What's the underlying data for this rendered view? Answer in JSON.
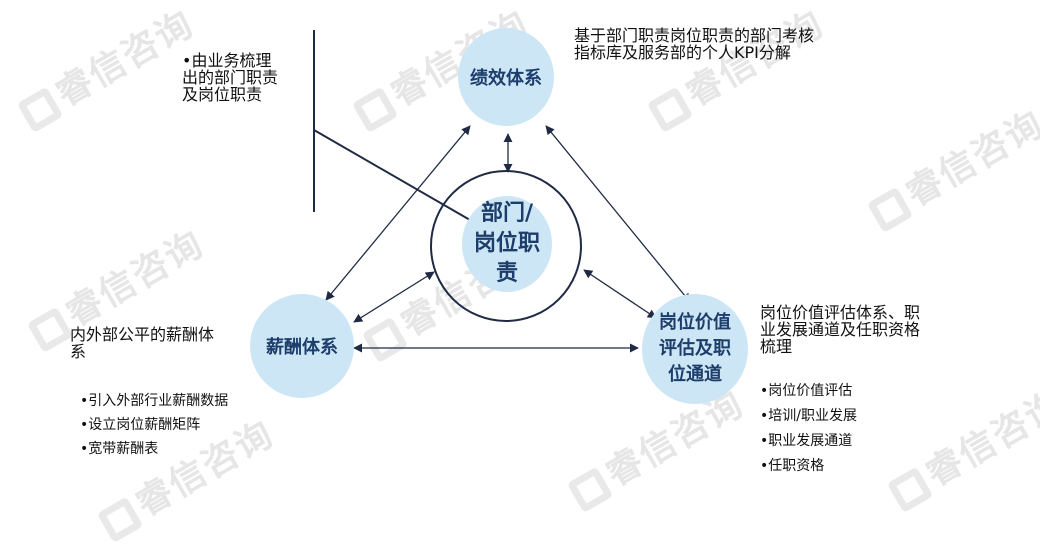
{
  "watermark": "睿信咨询",
  "nodes": {
    "center": "部门/岗位职责",
    "performance": "绩效体系",
    "salary": "薪酬体系",
    "position": "岗位价值评估及职位通道"
  },
  "notes": {
    "top_left": [
      "•由业务梳理",
      "出的部门职责",
      "及岗位职责"
    ],
    "top_right": [
      "基于部门职责岗位职责的部门考核",
      "指标库及服务部的个人KPI分解"
    ],
    "left": [
      "内外部公平的薪酬体",
      "系"
    ],
    "left_bullets": [
      "•引入外部行业薪酬数据",
      "•设立岗位薪酬矩阵",
      "•宽带薪酬表"
    ],
    "right": [
      "岗位价值评估体系、职",
      "业发展通道及任职资格",
      "梳理"
    ],
    "right_bullets": [
      "•岗位价值评估",
      "•培训/职业发展",
      "•职业发展通道",
      "•任职资格"
    ]
  },
  "colors": {
    "circle_fill": "#cde6f6",
    "node_text": "#1d3d6b",
    "line": "#1f2a44"
  }
}
